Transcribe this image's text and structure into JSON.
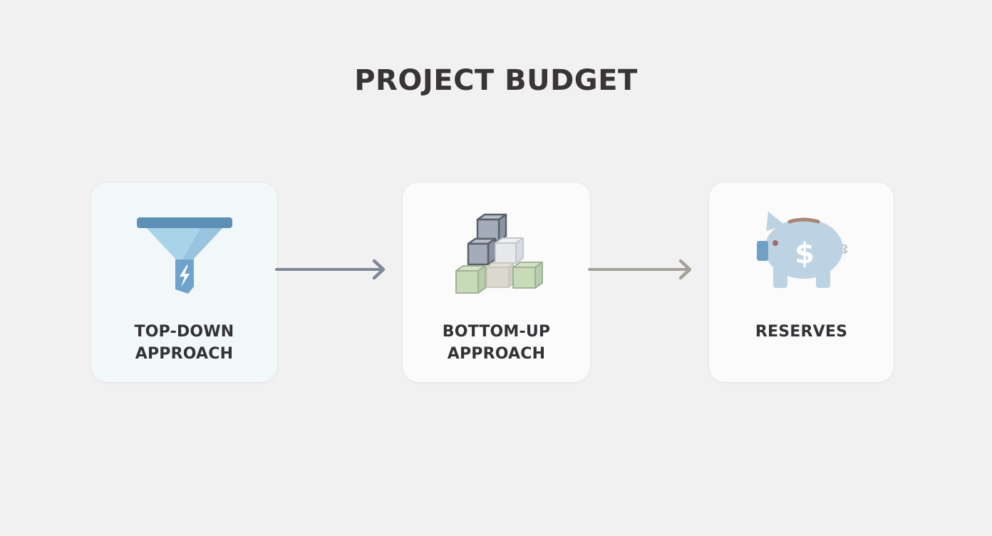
{
  "title": "PROJECT BUDGET",
  "steps": [
    {
      "label_lines": [
        "TOP-DOWN",
        "APPROACH"
      ],
      "icon": "funnel-icon",
      "background": "#f2f8fa"
    },
    {
      "label_lines": [
        "BOTTOM-UP",
        "APPROACH"
      ],
      "icon": "stacked-blocks-icon",
      "background": "#fbfbfb"
    },
    {
      "label_lines": [
        "RESERVES"
      ],
      "icon": "piggy-bank-icon",
      "background": "#fbfbfb"
    }
  ],
  "connectors": [
    {
      "from": 0,
      "to": 1,
      "color": "#7f8896"
    },
    {
      "from": 1,
      "to": 2,
      "color": "#a4a199"
    }
  ],
  "colors": {
    "background": "#f1f1f1",
    "text": "#383438",
    "funnel_dark": "#5e8fb6",
    "funnel_light": "#a9d3e8",
    "piggy": "#bdd3e3",
    "block_gray": "#aab3c2",
    "block_green": "#c7dbb9"
  }
}
